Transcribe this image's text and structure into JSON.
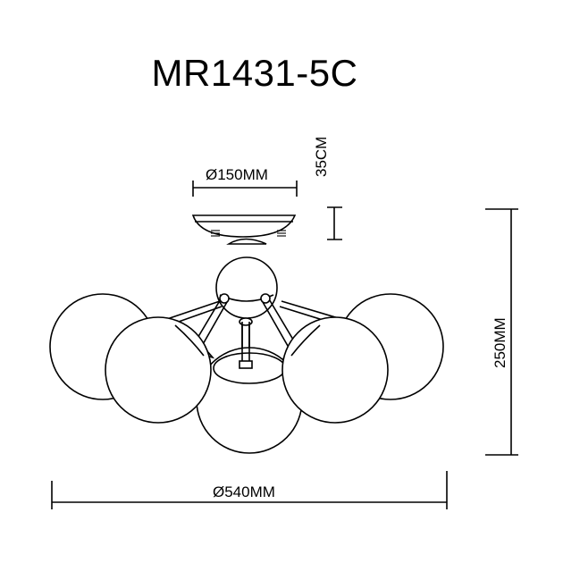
{
  "title": "MR1431-5C",
  "dimensions": {
    "canopy_diameter": "Ø150MM",
    "canopy_height": "35CM",
    "overall_height": "250MM",
    "overall_diameter": "Ø540MM"
  }
}
